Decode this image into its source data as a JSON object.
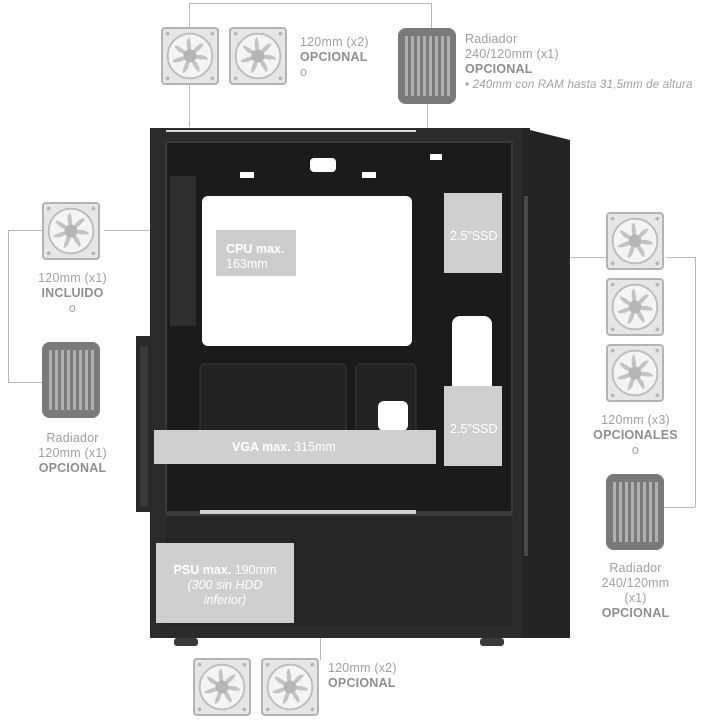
{
  "top_fans": {
    "count": "120mm (x2)",
    "status": "OPCIONAL",
    "or": "o"
  },
  "top_radiator": {
    "title": "Radiador",
    "size": "240/120mm (x1)",
    "status": "OPCIONAL",
    "note": "• 240mm con RAM hasta 31,5mm de altura"
  },
  "rear_fan": {
    "count": "120mm (x1)",
    "status": "INCLUIDO",
    "or": "o"
  },
  "rear_radiator": {
    "title": "Radiador",
    "size": "120mm (x1)",
    "status": "OPCIONAL"
  },
  "front_fans": {
    "count": "120mm (x3)",
    "status": "OPCIONALES",
    "or": "o"
  },
  "front_radiator": {
    "title": "Radiador",
    "size1": "240/120mm",
    "size2": "(x1)",
    "status": "OPCIONAL"
  },
  "bottom_fans": {
    "count": "120mm (x2)",
    "status": "OPCIONAL"
  },
  "cpu": {
    "label": "CPU max.",
    "value": "163mm"
  },
  "ssd1": {
    "label": "2.5\"SSD"
  },
  "ssd2": {
    "label": "2.5\"SSD"
  },
  "vga": {
    "label": "VGA max.",
    "value": "315mm"
  },
  "psu": {
    "label": "PSU max.",
    "value": "190mm",
    "note1": "(300 sin HDD",
    "note2": "inferior)"
  },
  "icons": [
    "fan-icon",
    "radiator-icon",
    "pc-case-icon"
  ]
}
